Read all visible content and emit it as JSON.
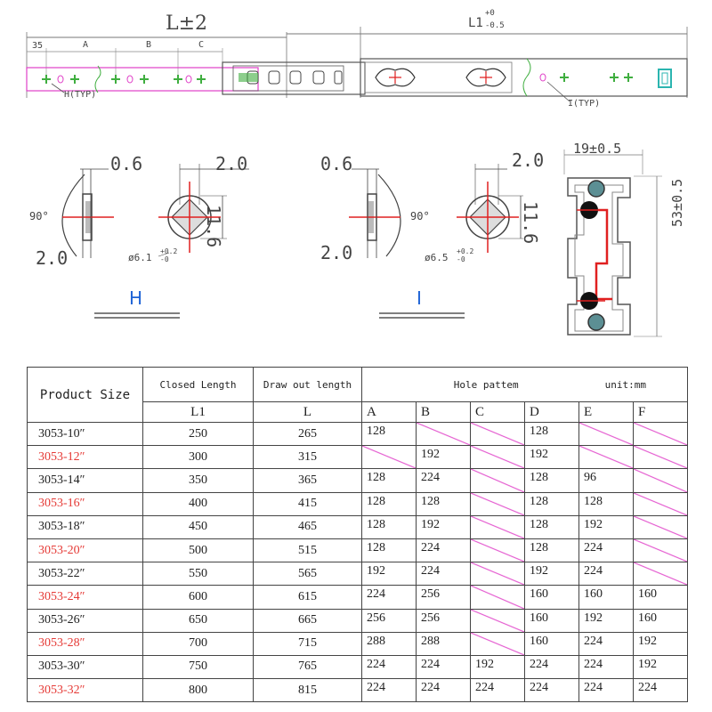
{
  "drawing": {
    "overall_length_label": "L±2",
    "closed_length_label": "L1",
    "closed_tol_upper": "+0",
    "closed_tol_lower": "-0.5",
    "pitch_35": "35",
    "pitch_a": "A",
    "pitch_b": "B",
    "pitch_c": "C",
    "callout_h": "H(TYP)",
    "callout_i": "I(TYP)",
    "width_dim": "19±0.5",
    "height_dim": "53±0.5"
  },
  "details": {
    "h": {
      "name": "H",
      "depth": "0.6",
      "wall": "2.0",
      "angle": "90°",
      "cross_width": "2.0",
      "cross_height": "11.6",
      "hole_dia": "ø6.1",
      "hole_tol_upper": "+0.2",
      "hole_tol_lower": "-0"
    },
    "i": {
      "name": "I",
      "depth": "0.6",
      "wall": "2.0",
      "angle": "90°",
      "cross_width": "2.0",
      "cross_height": "11.6",
      "hole_dia": "ø6.5",
      "hole_tol_upper": "+0.2",
      "hole_tol_lower": "-0"
    }
  },
  "colors": {
    "red_text": "#e53935",
    "outline_magenta": "#e040c8",
    "marker_green": "#3fae3f",
    "dimension_red": "#e02020",
    "end_cap_teal": "#2bb5b0"
  },
  "table": {
    "headers": {
      "product_size": "Product Size",
      "closed_length": "Closed Length",
      "draw_out_length": "Draw out length",
      "hole_pattern": "Hole pattem",
      "unit": "unit:mm",
      "l1": "L1",
      "l": "L",
      "cols": [
        "A",
        "B",
        "C",
        "D",
        "E",
        "F"
      ]
    },
    "rows": [
      {
        "size": "3053-10″",
        "red": false,
        "l1": "250",
        "l": "265",
        "holes": [
          "128",
          "",
          "",
          "128",
          "",
          ""
        ]
      },
      {
        "size": "3053-12″",
        "red": true,
        "l1": "300",
        "l": "315",
        "holes": [
          "",
          "192",
          "",
          "192",
          "",
          ""
        ]
      },
      {
        "size": "3053-14″",
        "red": false,
        "l1": "350",
        "l": "365",
        "holes": [
          "128",
          "224",
          "",
          "128",
          "96",
          ""
        ]
      },
      {
        "size": "3053-16″",
        "red": true,
        "l1": "400",
        "l": "415",
        "holes": [
          "128",
          "128",
          "",
          "128",
          "128",
          ""
        ]
      },
      {
        "size": "3053-18″",
        "red": false,
        "l1": "450",
        "l": "465",
        "holes": [
          "128",
          "192",
          "",
          "128",
          "192",
          ""
        ]
      },
      {
        "size": "3053-20″",
        "red": true,
        "l1": "500",
        "l": "515",
        "holes": [
          "128",
          "224",
          "",
          "128",
          "224",
          ""
        ]
      },
      {
        "size": "3053-22″",
        "red": false,
        "l1": "550",
        "l": "565",
        "holes": [
          "192",
          "224",
          "",
          "192",
          "224",
          ""
        ]
      },
      {
        "size": "3053-24″",
        "red": true,
        "l1": "600",
        "l": "615",
        "holes": [
          "224",
          "256",
          "",
          "160",
          "160",
          "160"
        ]
      },
      {
        "size": "3053-26″",
        "red": false,
        "l1": "650",
        "l": "665",
        "holes": [
          "256",
          "256",
          "",
          "160",
          "192",
          "160"
        ]
      },
      {
        "size": "3053-28″",
        "red": true,
        "l1": "700",
        "l": "715",
        "holes": [
          "288",
          "288",
          "",
          "160",
          "224",
          "192"
        ]
      },
      {
        "size": "3053-30″",
        "red": false,
        "l1": "750",
        "l": "765",
        "holes": [
          "224",
          "224",
          "192",
          "224",
          "224",
          "192"
        ]
      },
      {
        "size": "3053-32″",
        "red": true,
        "l1": "800",
        "l": "815",
        "holes": [
          "224",
          "224",
          "224",
          "224",
          "224",
          "224"
        ]
      }
    ]
  }
}
